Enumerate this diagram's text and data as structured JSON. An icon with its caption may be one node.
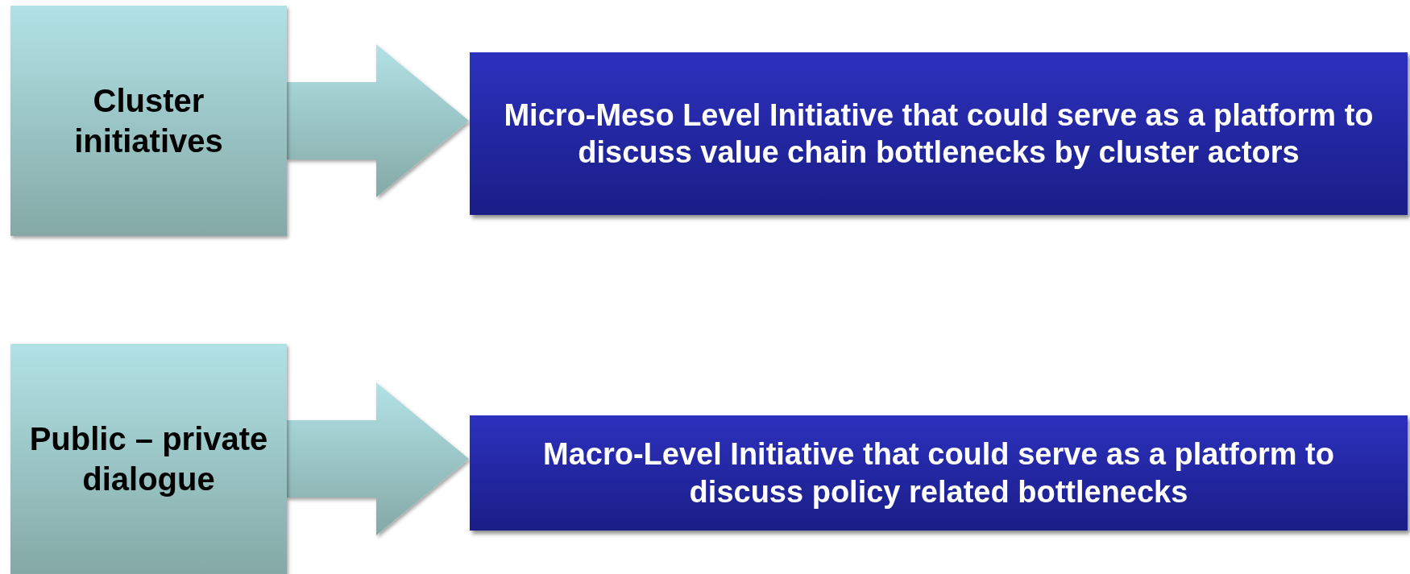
{
  "diagram": {
    "nodes": [
      {
        "text": [
          "Cluster initiatives"
        ]
      },
      {
        "text": [
          "**Micro-Meso Level Initiative** that could serve as a platform to discuss value chain bottlenecks by cluster actors"
        ]
      },
      {
        "text": [
          "Public – private dialogue"
        ]
      },
      {
        "text": [
          "**Macro-Level Initiative** that could serve as a platform to discuss policy related bottlenecks"
        ]
      }
    ],
    "edges": [
      {
        "from": 0,
        "to": 1,
        "arrow": "to"
      },
      {
        "from": 2,
        "to": 3,
        "arrow": "to"
      }
    ]
  }
}
